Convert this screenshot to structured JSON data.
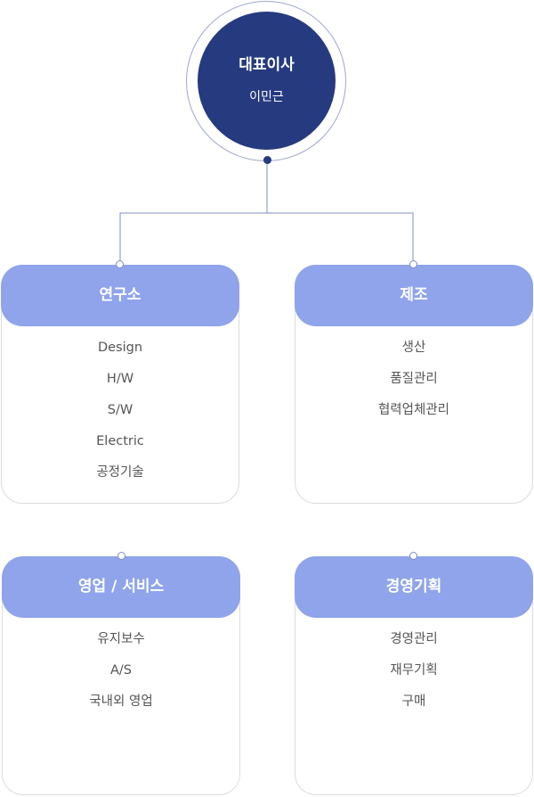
{
  "ceo": {
    "title": "대표이사",
    "name": "이민근"
  },
  "departments": [
    {
      "name": "연구소",
      "items": [
        "Design",
        "H/W",
        "S/W",
        "Electric",
        "공정기술"
      ]
    },
    {
      "name": "제조",
      "items": [
        "생산",
        "품질관리",
        "협력업체관리"
      ]
    },
    {
      "name": "영업 / 서비스",
      "items": [
        "유지보수",
        "A/S",
        "국내외 영업"
      ]
    },
    {
      "name": "경영기획",
      "items": [
        "경영관리",
        "재무기획",
        "구매"
      ]
    }
  ],
  "colors": {
    "ceo_fill": "#263a7f",
    "header_fill": "#8fa4ea",
    "connector": "#7f8ec7"
  }
}
